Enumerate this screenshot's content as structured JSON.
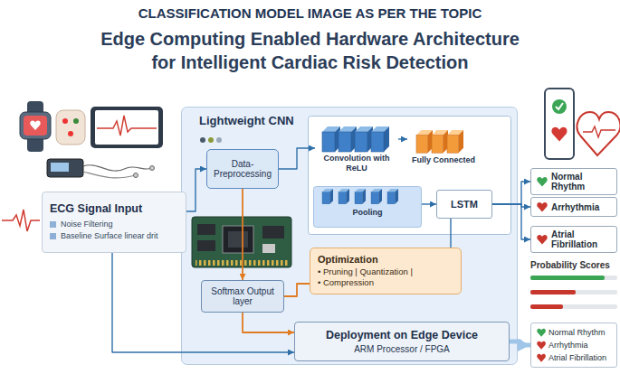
{
  "diagram": {
    "title": "Edge Computing Enabled Hardware Architecture for Intelligent Cardiac Risk Detection",
    "nodes": [
      {
        "text": [
          "ECG Signal Input",
          "Noise Filtering",
          "Baseline Surface linear drit"
        ]
      },
      {
        "text": [
          "Lightweight CNN"
        ]
      },
      {
        "text": [
          "Data- Preprocessing"
        ],
        "in": 1
      },
      {
        "text": [
          "Convolution with ReLU"
        ],
        "in": 1
      },
      {
        "text": [
          "Fully Connected"
        ],
        "in": 1
      },
      {
        "text": [
          "Pooling"
        ],
        "in": 1
      },
      {
        "text": [
          "LSTM"
        ],
        "in": 1
      },
      {
        "text": [
          "Optimization",
          "• Pruning | Quantization |",
          "• Compression"
        ],
        "in": 1
      },
      {
        "text": [
          "Softmax Output layer"
        ],
        "in": 1
      },
      {
        "text": [
          "Deployment on Edge Device",
          "ARM Processor / FPGA"
        ],
        "in": 1
      },
      {
        "text": [
          "Normal Rhythm"
        ]
      },
      {
        "text": [
          "Arrhythmia"
        ]
      },
      {
        "text": [
          "Atrial Fibrillation"
        ]
      },
      {
        "text": [
          "Normal Rhythm",
          "Arrhythmia",
          "Atrial Fibrillation"
        ]
      }
    ],
    "edges": [
      {
        "from": 0,
        "to": 2,
        "arrow": "to"
      },
      {
        "from": 2,
        "to": 3,
        "arrow": "to"
      },
      {
        "from": 3,
        "to": 4,
        "arrow": "to"
      },
      {
        "from": 5,
        "to": 6,
        "arrow": "to"
      },
      {
        "from": 6,
        "to": 10,
        "arrow": "to"
      },
      {
        "from": 6,
        "to": 11,
        "arrow": "to"
      },
      {
        "from": 6,
        "to": 12,
        "arrow": "to"
      },
      {
        "from": 2,
        "to": 8,
        "arrow": "to"
      },
      {
        "from": 6,
        "to": 7,
        "arrow": "none"
      },
      {
        "from": 7,
        "to": 8,
        "arrow": "none"
      },
      {
        "from": 8,
        "to": 9,
        "arrow": "to"
      },
      {
        "from": 0,
        "to": 9,
        "arrow": "to"
      },
      {
        "from": 9,
        "to": 13,
        "arrow": "to"
      }
    ],
    "labels": [
      "CLASSIFICATION MODEL IMAGE AS PER THE TOPIC",
      "Probability Scores"
    ]
  }
}
